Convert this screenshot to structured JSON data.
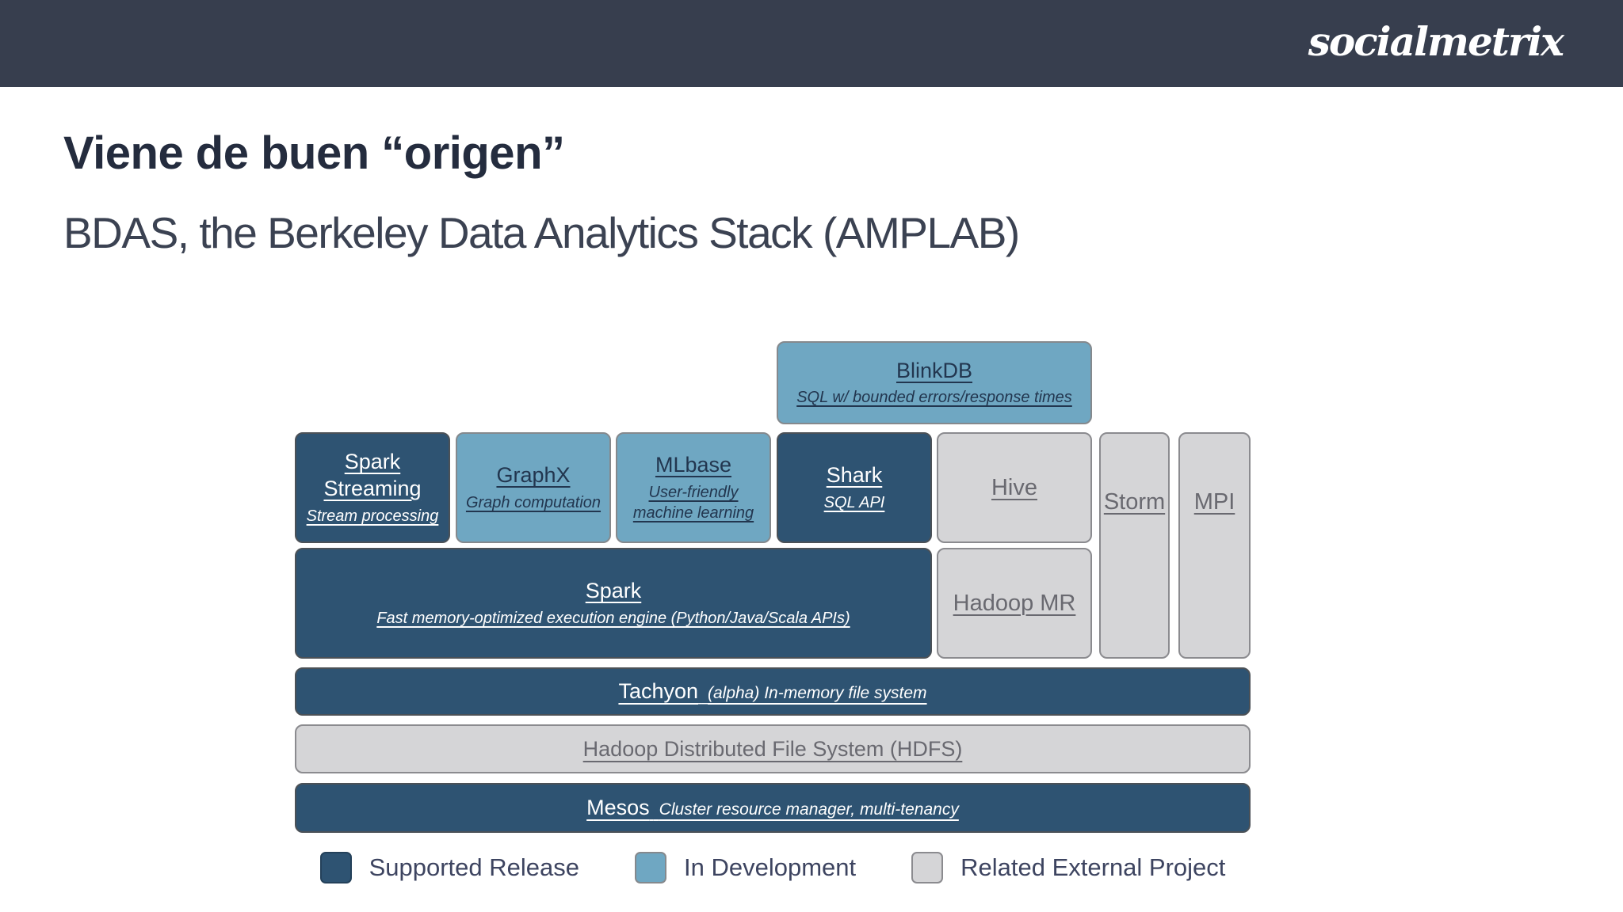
{
  "header": {
    "brand": "socialmetrix"
  },
  "slide": {
    "title": "Viene de buen “origen”",
    "subtitle": "BDAS, the Berkeley Data Analytics Stack (AMPLAB)"
  },
  "colors": {
    "header_bg": "#373e4e",
    "supported_release": "#2e5372",
    "in_development": "#6fa7c2",
    "related_external": "#d5d5d7",
    "title_text": "#242c3e",
    "box_text_light": "#ffffff",
    "box_text_dark": "#22364f",
    "box_text_grey": "#696970"
  },
  "diagram": {
    "boxes": [
      {
        "id": "blinkdb",
        "title": "BlinkDB",
        "subtitle": "SQL w/ bounded errors/response times",
        "status": "in-development"
      },
      {
        "id": "spark-streaming",
        "title": "Spark Streaming",
        "subtitle": "Stream processing",
        "status": "supported-release"
      },
      {
        "id": "graphx",
        "title": "GraphX",
        "subtitle": "Graph computation",
        "status": "in-development"
      },
      {
        "id": "mlbase",
        "title": "MLbase",
        "subtitle": "User-friendly machine learning",
        "status": "in-development"
      },
      {
        "id": "shark",
        "title": "Shark",
        "subtitle": "SQL API",
        "status": "supported-release"
      },
      {
        "id": "hive",
        "title": "Hive",
        "status": "related-external"
      },
      {
        "id": "storm",
        "title": "Storm",
        "status": "related-external"
      },
      {
        "id": "mpi",
        "title": "MPI",
        "status": "related-external"
      },
      {
        "id": "spark",
        "title": "Spark",
        "subtitle": "Fast memory-optimized execution engine (Python/Java/Scala APIs)",
        "status": "supported-release"
      },
      {
        "id": "hadoop-mr",
        "title": "Hadoop MR",
        "status": "related-external"
      },
      {
        "id": "tachyon",
        "title": "Tachyon",
        "subtitle": "(alpha) In-memory file system",
        "status": "supported-release"
      },
      {
        "id": "hdfs",
        "title": "Hadoop Distributed File System (HDFS)",
        "status": "related-external"
      },
      {
        "id": "mesos",
        "title": "Mesos",
        "subtitle": "Cluster resource manager, multi-tenancy",
        "status": "supported-release"
      }
    ],
    "legend": [
      {
        "label": "Supported Release",
        "status": "supported-release"
      },
      {
        "label": "In Development",
        "status": "in-development"
      },
      {
        "label": "Related External Project",
        "status": "related-external"
      }
    ]
  }
}
